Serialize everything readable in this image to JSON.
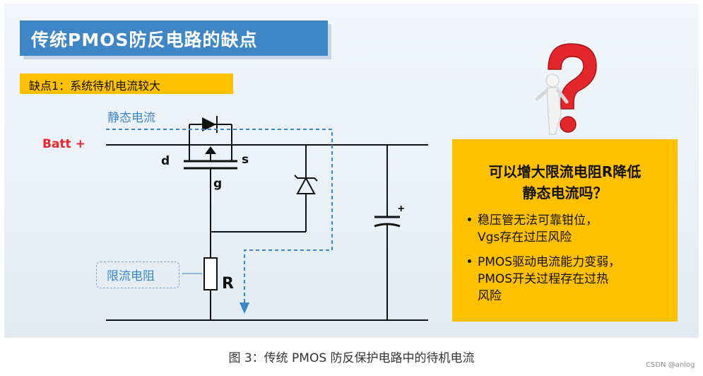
{
  "title": "传统PMOS防反电路的缺点",
  "defect": "缺点1：系统待机电流较大",
  "circuit": {
    "quiescent_label": "静态电流",
    "batt_label": "Batt +",
    "pin_d": "d",
    "pin_s": "s",
    "pin_g": "g",
    "resistor_label": "R",
    "current_limit_label": "限流电阻",
    "cap_plus": "+"
  },
  "answer": {
    "question_line1": "可以增大限流电阻R降低",
    "question_line2": "静态电流吗？",
    "bullets": [
      {
        "line1": "稳压管无法可靠钳位，",
        "line2": "Vgs存在过压风险"
      },
      {
        "line1": "PMOS驱动电流能力变弱，",
        "line2": "PMOS开关过程存在过热",
        "line3": "风险"
      }
    ]
  },
  "caption": "图 3：传统 PMOS 防反保护电路中的待机电流",
  "watermark": "CSDN @anlog",
  "colors": {
    "title_bg": "#3f86c7",
    "highlight": "#ffc000",
    "current_path": "#3a86c8",
    "batt_text": "#e8262c",
    "question_mark": "#e3262b"
  },
  "icons": [
    "question-mark-figure-icon",
    "down-arrow-icon"
  ]
}
